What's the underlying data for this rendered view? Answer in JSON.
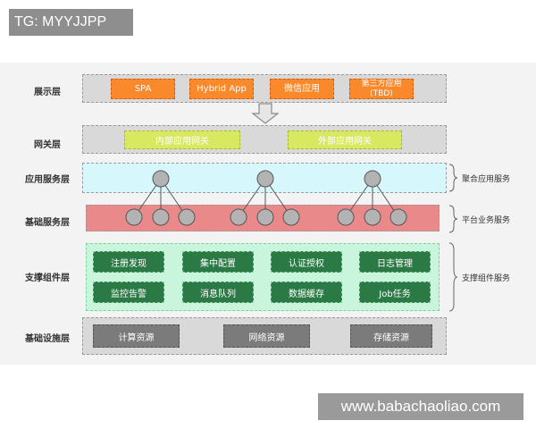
{
  "tag": "TG: MYYJJPP",
  "watermark": "www.babachaoliao.com",
  "layers": {
    "presentation": {
      "label": "展示层",
      "items": [
        "SPA",
        "Hybrid App",
        "微信应用",
        "第三方应用\n(TBD)"
      ]
    },
    "gateway": {
      "label": "网关层",
      "items": [
        "内部应用网关",
        "外部应用网关"
      ]
    },
    "app_service": {
      "label": "应用服务层",
      "side_label": "聚合应用服务"
    },
    "base_service": {
      "label": "基础服务层",
      "side_label": "平台业务服务"
    },
    "support": {
      "label": "支撑组件层",
      "side_label": "支撑组件服务",
      "items": [
        "注册发现",
        "集中配置",
        "认证授权",
        "日志管理",
        "监控告警",
        "消息队列",
        "数据缓存",
        "Job任务"
      ]
    },
    "infra": {
      "label": "基础设施层",
      "items": [
        "计算资源",
        "网络资源",
        "存储资源"
      ]
    }
  },
  "colors": {
    "orange": "#f9892a",
    "yellow": "#d8e860",
    "blue_band": "#d6f7fb",
    "red_band": "#e98989",
    "green_band": "#c9f5dc",
    "dark_green": "#2b7a45",
    "grey_box": "#7b7b7b",
    "node": "#b3b3b3"
  },
  "icons": [
    "down-arrow-icon",
    "service-node-icon",
    "bracket-icon"
  ]
}
